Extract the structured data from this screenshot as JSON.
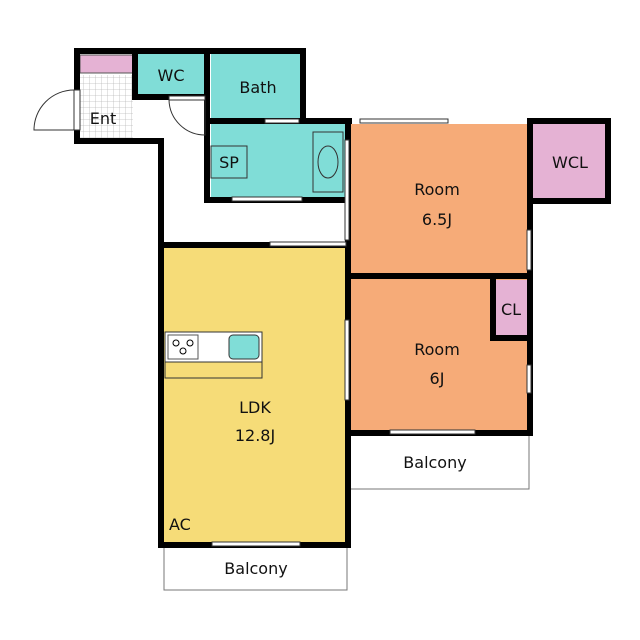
{
  "rooms": {
    "ent": "Ent",
    "wc": "WC",
    "bath": "Bath",
    "sp": "SP",
    "room1_name": "Room",
    "room1_size": "6.5J",
    "wcl": "WCL",
    "room2_name": "Room",
    "room2_size": "6J",
    "cl": "CL",
    "ldk_name": "LDK",
    "ldk_size": "12.8J",
    "ac": "AC",
    "balcony1": "Balcony",
    "balcony2": "Balcony"
  },
  "colors": {
    "room": "#f6ab78",
    "ldk": "#f6dc78",
    "wet": "#80ddd7",
    "storage": "#e5b2d4",
    "wall": "#000000"
  }
}
